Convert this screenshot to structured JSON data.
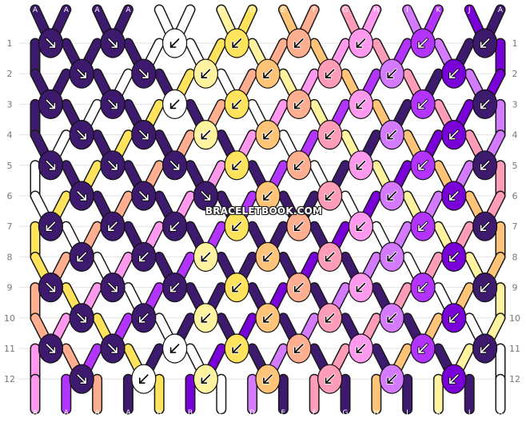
{
  "colors": {
    "A": "#3d1a6e",
    "B": "#ffffff",
    "C": "#fff3a0",
    "D": "#ffe35c",
    "E": "#ffc478",
    "F": "#ffae8f",
    "G": "#ff9cb8",
    "H": "#ff99ee",
    "I": "#d47aff",
    "K": "#b333ff",
    "J": "#7a00d9"
  },
  "top_threads": [
    "A",
    "A",
    "A",
    "A",
    "B",
    "B",
    "C",
    "D",
    "E",
    "F",
    "G",
    "H",
    "I",
    "K",
    "J",
    "A"
  ],
  "bottom_threads": [
    "A",
    "A",
    "A",
    "A",
    "B",
    "B",
    "C",
    "D",
    "E",
    "F",
    "G",
    "H",
    "I",
    "K",
    "J",
    "A"
  ],
  "row_numbers": [
    "1",
    "2",
    "3",
    "4",
    "5",
    "6",
    "7",
    "8",
    "9",
    "10",
    "11",
    "12"
  ],
  "knot_direction_icons": {
    "se": "arrow-down-right-icon",
    "sw": "arrow-down-left-icon"
  },
  "watermark": "BRACELETBOOK.COM",
  "knots": [
    [
      [
        "A",
        "se"
      ],
      [
        "A",
        "se"
      ],
      [
        "B",
        "sw"
      ],
      [
        "D",
        "sw"
      ],
      [
        "F",
        "sw"
      ],
      [
        "H",
        "sw"
      ],
      [
        "K",
        "sw"
      ],
      [
        "A",
        "sw"
      ]
    ],
    [
      [
        "A",
        "se"
      ],
      [
        "A",
        "se"
      ],
      [
        "C",
        "sw"
      ],
      [
        "E",
        "sw"
      ],
      [
        "G",
        "sw"
      ],
      [
        "I",
        "sw"
      ],
      [
        "J",
        "sw"
      ]
    ],
    [
      [
        "A",
        "se"
      ],
      [
        "A",
        "se"
      ],
      [
        "B",
        "sw"
      ],
      [
        "D",
        "sw"
      ],
      [
        "F",
        "sw"
      ],
      [
        "H",
        "sw"
      ],
      [
        "K",
        "sw"
      ],
      [
        "A",
        "sw"
      ]
    ],
    [
      [
        "A",
        "se"
      ],
      [
        "A",
        "se"
      ],
      [
        "C",
        "sw"
      ],
      [
        "E",
        "sw"
      ],
      [
        "G",
        "sw"
      ],
      [
        "I",
        "sw"
      ],
      [
        "J",
        "sw"
      ]
    ],
    [
      [
        "A",
        "se"
      ],
      [
        "A",
        "se"
      ],
      [
        "A",
        "se"
      ],
      [
        "D",
        "sw"
      ],
      [
        "F",
        "sw"
      ],
      [
        "H",
        "sw"
      ],
      [
        "K",
        "sw"
      ],
      [
        "A",
        "sw"
      ]
    ],
    [
      [
        "A",
        "se"
      ],
      [
        "A",
        "se"
      ],
      [
        "A",
        "se"
      ],
      [
        "E",
        "sw"
      ],
      [
        "G",
        "sw"
      ],
      [
        "I",
        "sw"
      ],
      [
        "J",
        "sw"
      ]
    ],
    [
      [
        "A",
        "sw"
      ],
      [
        "A",
        "sw"
      ],
      [
        "A",
        "sw"
      ],
      [
        "D",
        "sw"
      ],
      [
        "F",
        "sw"
      ],
      [
        "H",
        "sw"
      ],
      [
        "K",
        "sw"
      ],
      [
        "A",
        "sw"
      ]
    ],
    [
      [
        "A",
        "sw"
      ],
      [
        "A",
        "sw"
      ],
      [
        "C",
        "sw"
      ],
      [
        "E",
        "sw"
      ],
      [
        "G",
        "sw"
      ],
      [
        "I",
        "sw"
      ],
      [
        "J",
        "sw"
      ]
    ],
    [
      [
        "A",
        "se"
      ],
      [
        "A",
        "se"
      ],
      [
        "A",
        "sw"
      ],
      [
        "D",
        "sw"
      ],
      [
        "F",
        "sw"
      ],
      [
        "H",
        "sw"
      ],
      [
        "K",
        "sw"
      ],
      [
        "A",
        "sw"
      ]
    ],
    [
      [
        "A",
        "se"
      ],
      [
        "A",
        "sw"
      ],
      [
        "C",
        "sw"
      ],
      [
        "E",
        "sw"
      ],
      [
        "G",
        "sw"
      ],
      [
        "I",
        "sw"
      ],
      [
        "J",
        "sw"
      ]
    ],
    [
      [
        "A",
        "se"
      ],
      [
        "A",
        "se"
      ],
      [
        "B",
        "sw"
      ],
      [
        "D",
        "sw"
      ],
      [
        "F",
        "sw"
      ],
      [
        "H",
        "sw"
      ],
      [
        "K",
        "sw"
      ],
      [
        "A",
        "sw"
      ]
    ],
    [
      [
        "A",
        "se"
      ],
      [
        "B",
        "sw"
      ],
      [
        "C",
        "sw"
      ],
      [
        "E",
        "sw"
      ],
      [
        "G",
        "sw"
      ],
      [
        "I",
        "sw"
      ],
      [
        "J",
        "sw"
      ]
    ]
  ]
}
